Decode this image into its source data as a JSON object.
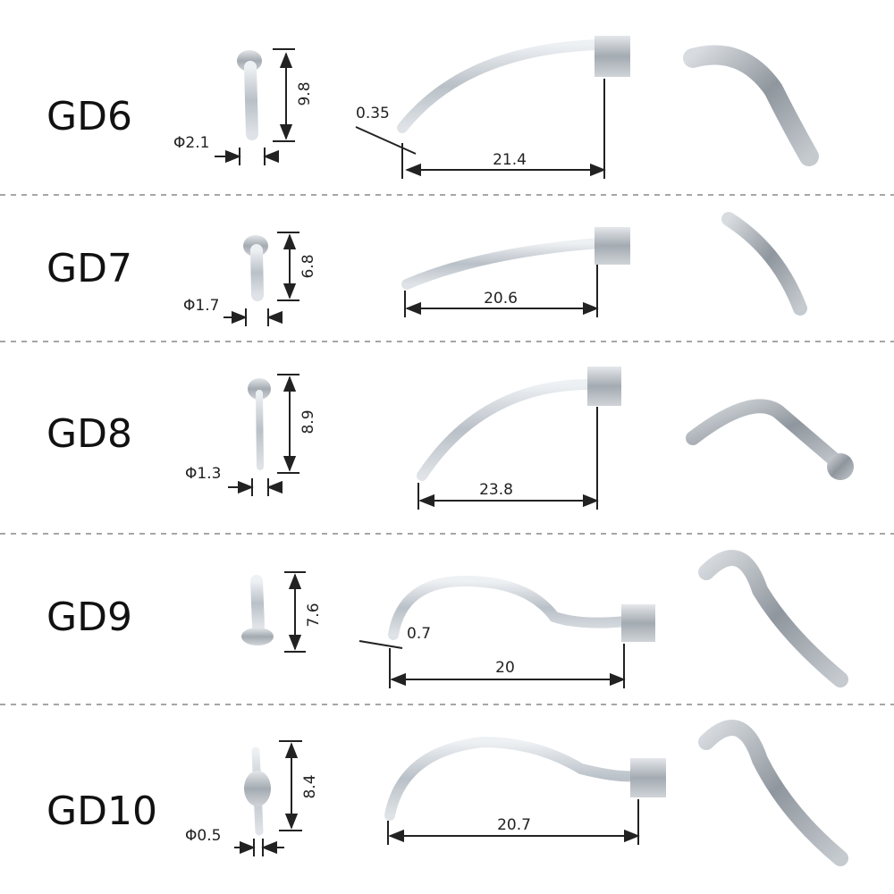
{
  "rows": [
    {
      "model": "GD6",
      "diameter": "Φ2.1",
      "height": "9.8",
      "tip_thickness": "0.35",
      "length": "21.4"
    },
    {
      "model": "GD7",
      "diameter": "Φ1.7",
      "height": "6.8",
      "length": "20.6"
    },
    {
      "model": "GD8",
      "diameter": "Φ1.3",
      "height": "8.9",
      "length": "23.8"
    },
    {
      "model": "GD9",
      "height": "7.6",
      "tip_thickness": "0.7",
      "length": "20"
    },
    {
      "model": "GD10",
      "diameter": "Φ0.5",
      "height": "8.4",
      "length": "20.7"
    }
  ]
}
